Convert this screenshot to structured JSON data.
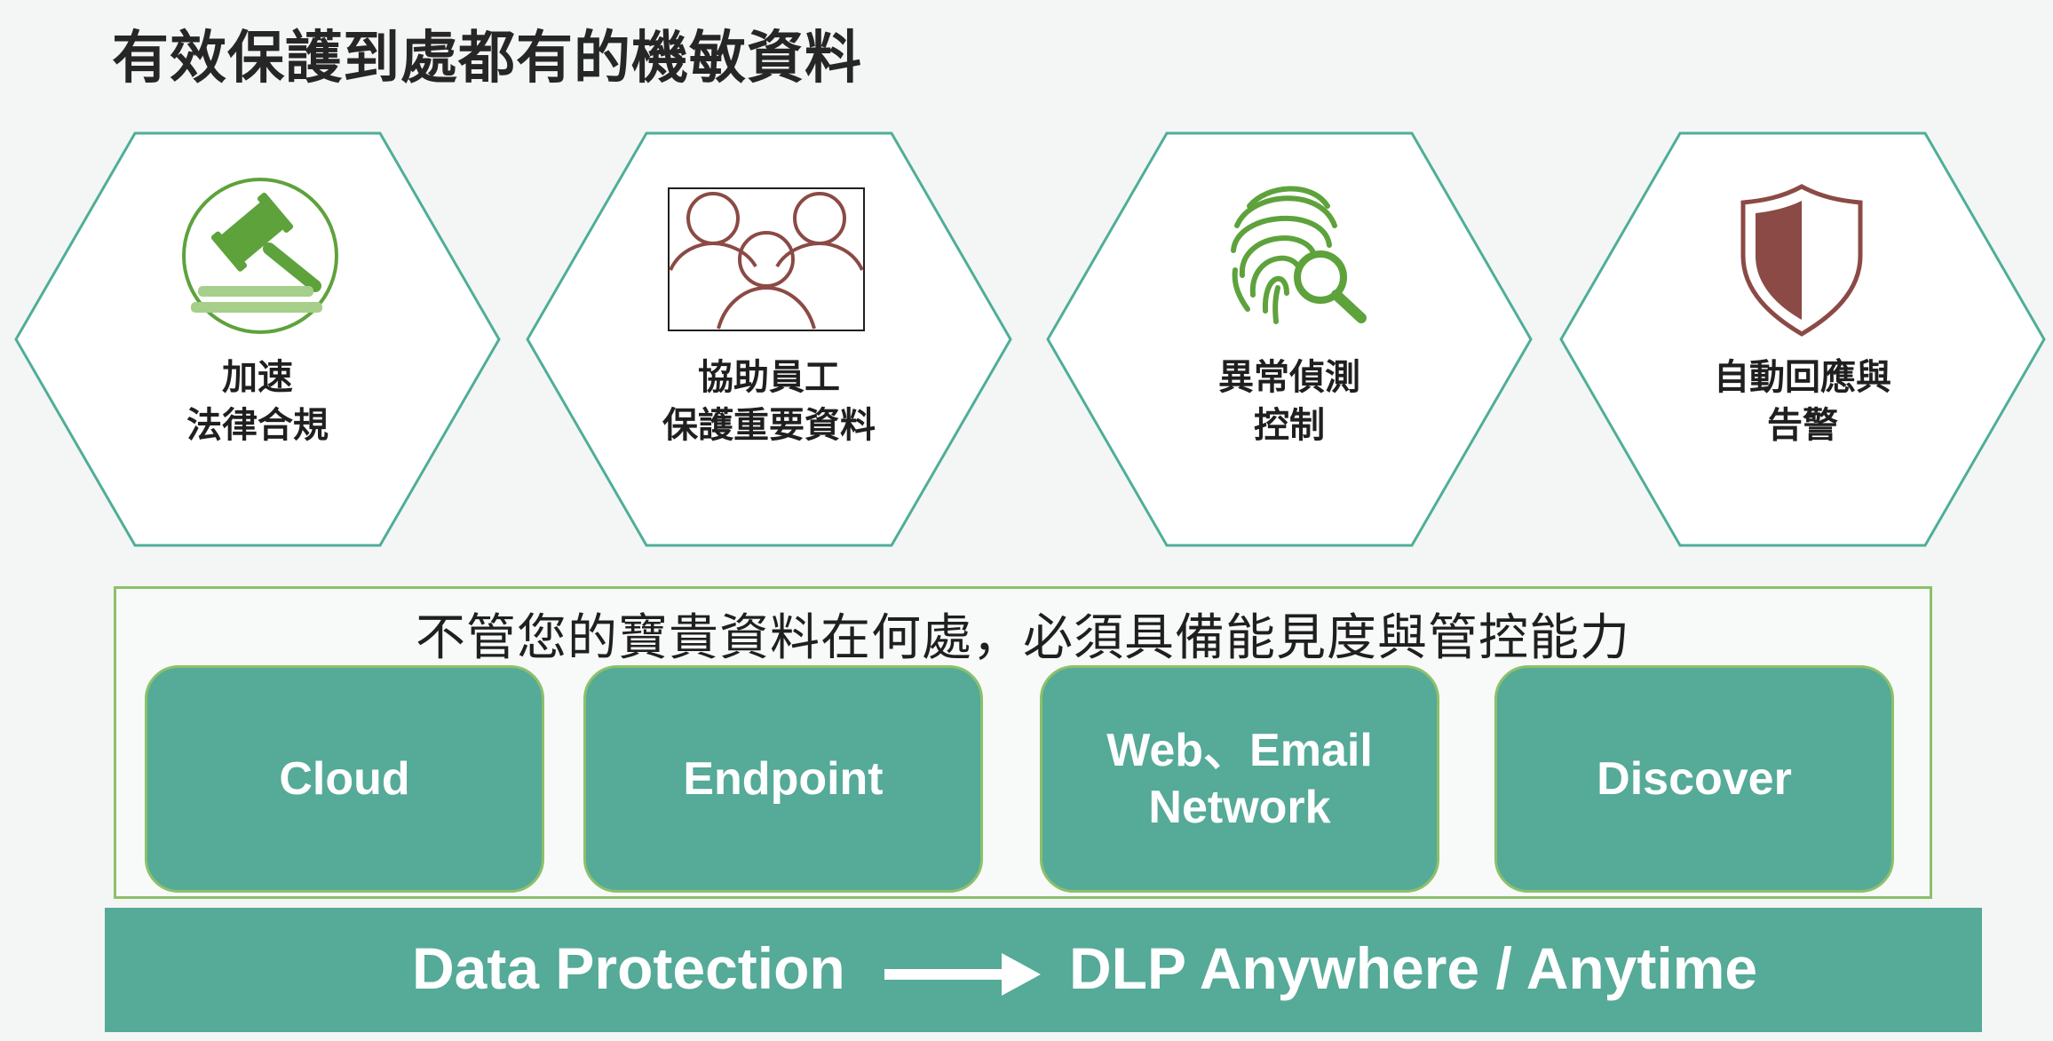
{
  "title": "有效保護到處都有的機敏資料",
  "pillars": [
    {
      "icon": "gavel-icon",
      "line1": "加速",
      "line2": "法律合規"
    },
    {
      "icon": "employees-icon",
      "line1": "協助員工",
      "line2": "保護重要資料"
    },
    {
      "icon": "fingerprint-icon",
      "line1": "異常偵測",
      "line2": "控制"
    },
    {
      "icon": "shield-icon",
      "line1": "自動回應與",
      "line2": "告警"
    }
  ],
  "visibility": {
    "title": "不管您的寶貴資料在何處，必須具備能見度與管控能力",
    "channels": [
      {
        "line1": "Cloud"
      },
      {
        "line1": "Endpoint"
      },
      {
        "line1": "Web、Email",
        "line2": "Network"
      },
      {
        "line1": "Discover"
      }
    ]
  },
  "banner": {
    "left": "Data Protection",
    "right": "DLP Anywhere / Anytime"
  },
  "colors": {
    "teal": "#55aa98",
    "green_border": "#8cc06a",
    "hex_border": "#4fae98",
    "icon_green": "#5ea23c",
    "icon_brown": "#8b4a45"
  }
}
